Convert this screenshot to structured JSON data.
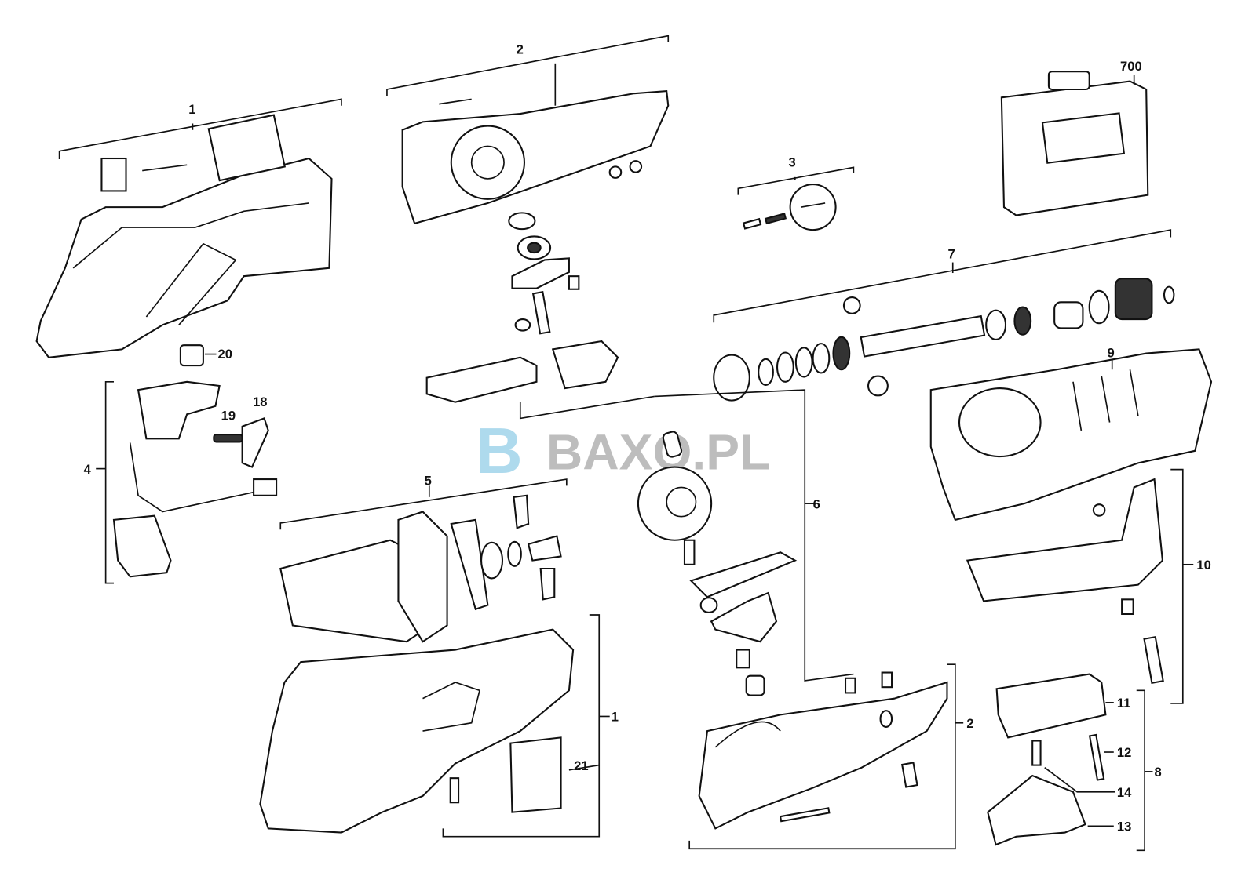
{
  "diagram": {
    "labels": {
      "housing_top": "1",
      "gear_housing_top": "2",
      "case": "700",
      "clamp": "3",
      "spindle": "7",
      "front_cover": "9",
      "sleeve": "20",
      "spring": "19",
      "lever": "18",
      "switch": "4",
      "motor": "5",
      "drive": "6",
      "shoe_assembly": "10",
      "housing_bottom": "1",
      "nameplate": "21",
      "gear_housing_bottom": "2",
      "shoe_plate": "11",
      "pin": "12",
      "shoe_group": "8",
      "screw": "14",
      "shoe_cover": "13"
    },
    "watermark": {
      "logo_letter": "B",
      "text": "BAXO.PL"
    },
    "colors": {
      "line": "#111111",
      "watermark_gray": "#a8a8a8",
      "watermark_blue": "#8ccbe6"
    }
  }
}
